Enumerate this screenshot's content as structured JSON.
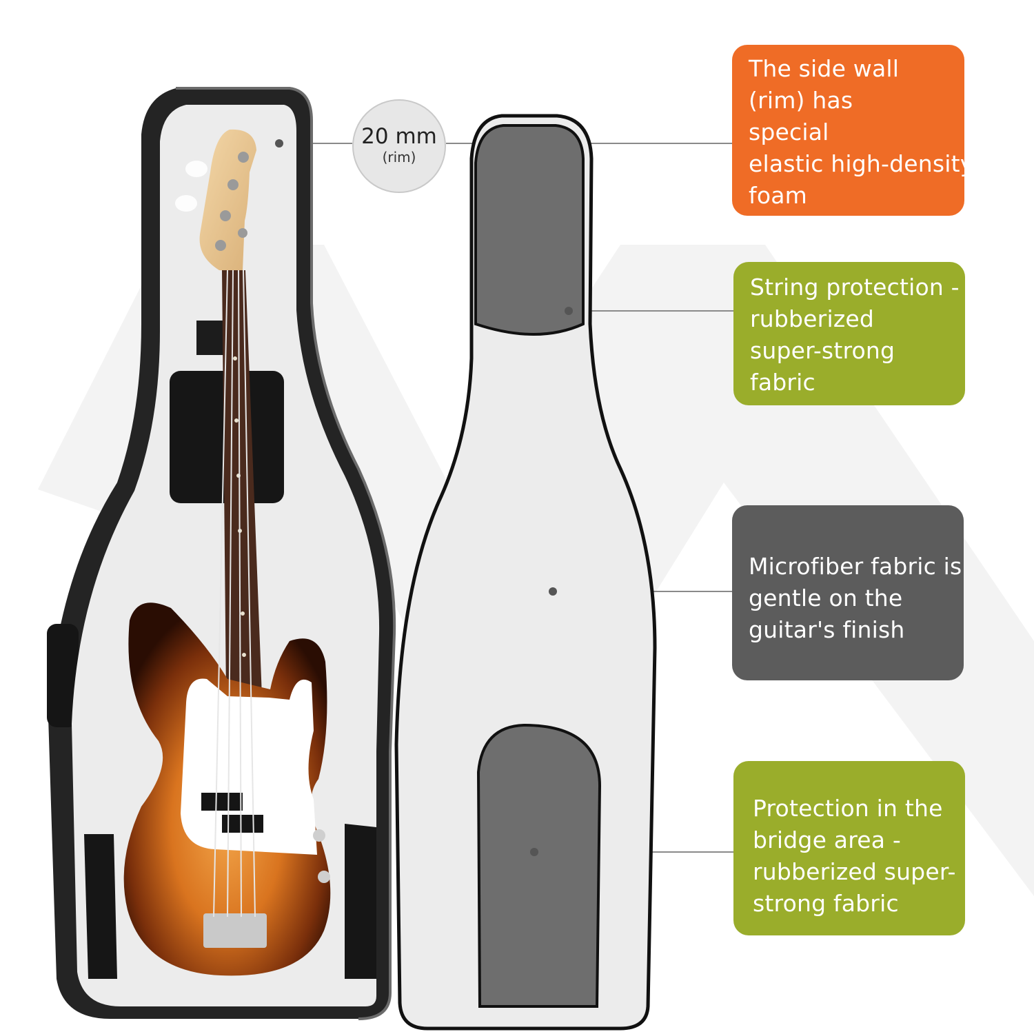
{
  "colors": {
    "orange": "#ef6c26",
    "green": "#9aad2b",
    "gray": "#5c5c5c",
    "lining": "#ececec",
    "shell": "#2a2a2a"
  },
  "rim_badge": {
    "value": "20 mm",
    "unit": "(rim)"
  },
  "callouts": [
    {
      "lines": [
        "The side wall",
        "(rim) has",
        "special",
        "elastic high-density",
        "foam"
      ]
    },
    {
      "lines": [
        "String protection -",
        "rubberized",
        "super-strong",
        "fabric"
      ]
    },
    {
      "lines": [
        "Microfiber fabric is",
        "gentle on the",
        "guitar's finish"
      ]
    },
    {
      "lines": [
        "Protection in the",
        "bridge area -",
        "rubberized super-",
        "strong fabric"
      ]
    }
  ]
}
